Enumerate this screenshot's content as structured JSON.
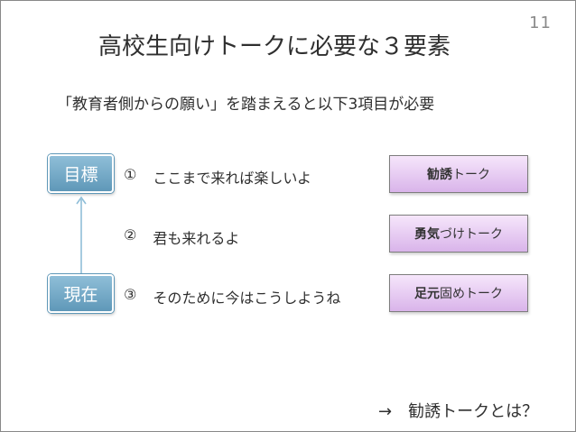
{
  "slide": {
    "page_number": "11",
    "title": "高校生向けトークに必要な３要素",
    "subtitle": "「教育者側からの願い」を踏まえると以下3項目が必要"
  },
  "markers": {
    "goal": "目標",
    "current": "現在"
  },
  "items": [
    {
      "num": "①",
      "text": "ここまで来れば楽しいよ",
      "talk_bold": "勧誘",
      "talk_rest": "トーク"
    },
    {
      "num": "②",
      "text": "君も来れるよ",
      "talk_bold": "勇気",
      "talk_rest": "づけトーク"
    },
    {
      "num": "③",
      "text": "そのために今はこうしようね",
      "talk_bold": "足元",
      "talk_rest": "固めトーク"
    }
  ],
  "footer": {
    "note": "→　勧誘トークとは？"
  },
  "colors": {
    "marker_fill": "#6fa6c6",
    "talk_box_fill": "#e8cdf4",
    "arrow": "#8fbed8"
  }
}
